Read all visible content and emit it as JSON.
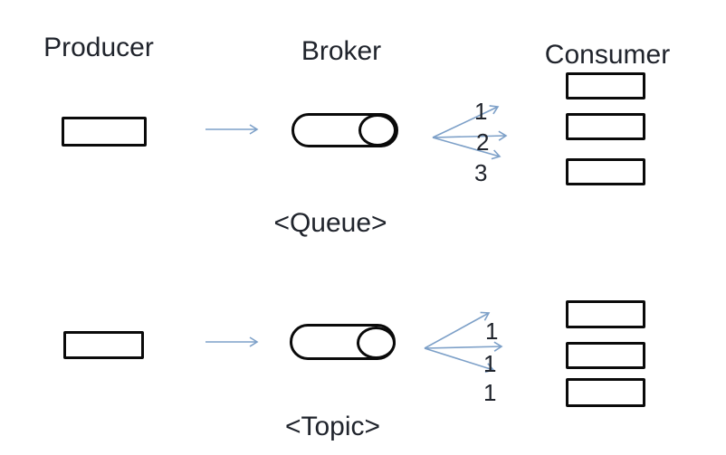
{
  "diagram": {
    "columns": {
      "producer": "Producer",
      "broker": "Broker",
      "consumer": "Consumer"
    },
    "sections": {
      "queue": {
        "caption": "<Queue>",
        "messages": [
          "1",
          "2",
          "3"
        ]
      },
      "topic": {
        "caption": "<Topic>",
        "messages": [
          "1",
          "1",
          "1"
        ]
      }
    },
    "colors": {
      "arrow": "#7da0c8",
      "outline": "#0a0a0a",
      "text": "#20242c"
    }
  }
}
